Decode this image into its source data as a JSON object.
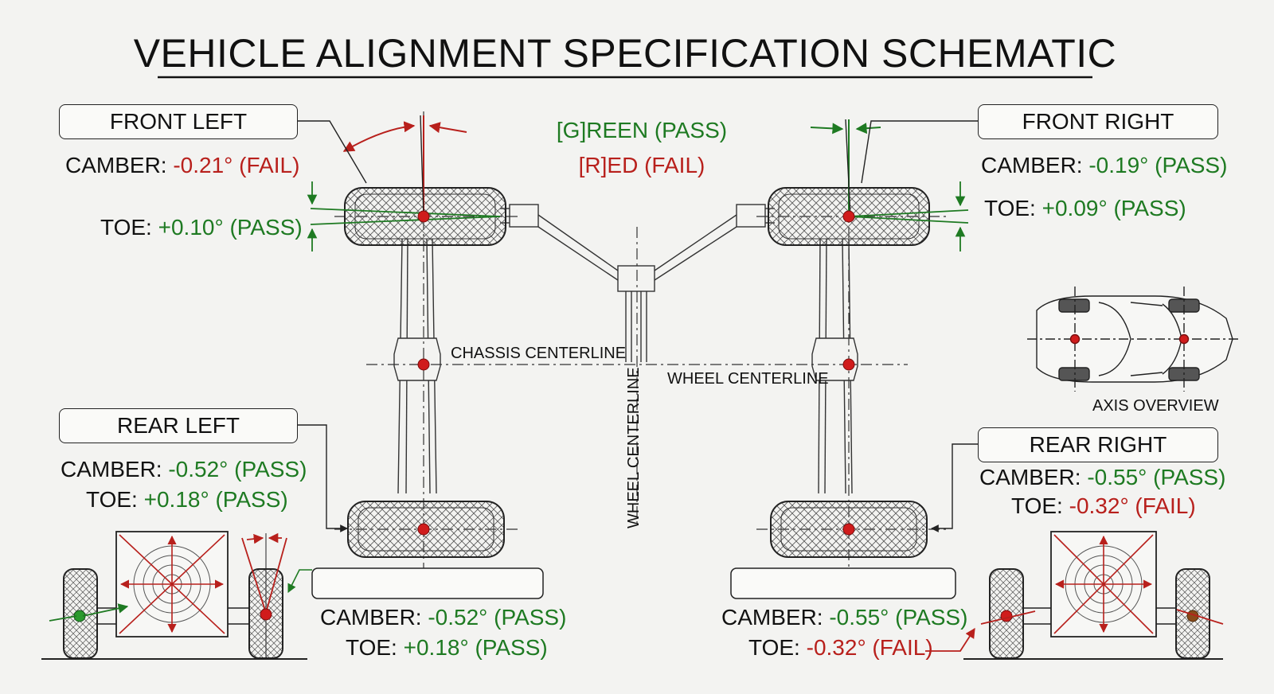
{
  "title": "VEHICLE ALIGNMENT SPECIFICATION SCHEMATIC",
  "colors": {
    "pass": "#1e7a22",
    "fail": "#b8201c",
    "line": "#222222",
    "marker": "#d01c1c"
  },
  "legend": {
    "green": "[G]REEN (PASS)",
    "red": "[R]ED (FAIL)"
  },
  "wheels": {
    "front_left": {
      "label": "FRONT LEFT",
      "camber_label": "CAMBER:",
      "camber_value": "-0.21° (FAIL)",
      "toe_label": "TOE:",
      "toe_value": "+0.10° (PASS)"
    },
    "front_right": {
      "label": "FRONT RIGHT",
      "camber_label": "CAMBER:",
      "camber_value": "-0.19° (PASS)",
      "toe_label": "TOE:",
      "toe_value": "+0.09° (PASS)"
    },
    "rear_left": {
      "label": "REAR LEFT",
      "camber_label": "CAMBER:",
      "camber_value": "-0.52° (PASS)",
      "toe_label": "TOE:",
      "toe_value": "+0.18° (PASS)"
    },
    "rear_right": {
      "label": "REAR RIGHT",
      "camber_label": "CAMBER:",
      "camber_value": "-0.55° (PASS)",
      "toe_label": "TOE:",
      "toe_value": "-0.32° (FAIL)"
    },
    "rear_left_lower": {
      "camber_label": "CAMBER:",
      "camber_value": "-0.52° (PASS)",
      "toe_label": "TOE:",
      "toe_value": "+0.18° (PASS)"
    },
    "rear_right_lower": {
      "camber_label": "CAMBER:",
      "camber_value": "-0.55° (PASS)",
      "toe_label": "TOE:",
      "toe_value": "-0.32° (FAIL)"
    }
  },
  "centerlines": {
    "chassis": "CHASSIS CENTERLINE",
    "wheel_horizontal": "WHEEL CENTERLINE",
    "wheel_vertical": "WHEEL CENTERLINE"
  },
  "axis_overview": "AXIS OVERVIEW"
}
